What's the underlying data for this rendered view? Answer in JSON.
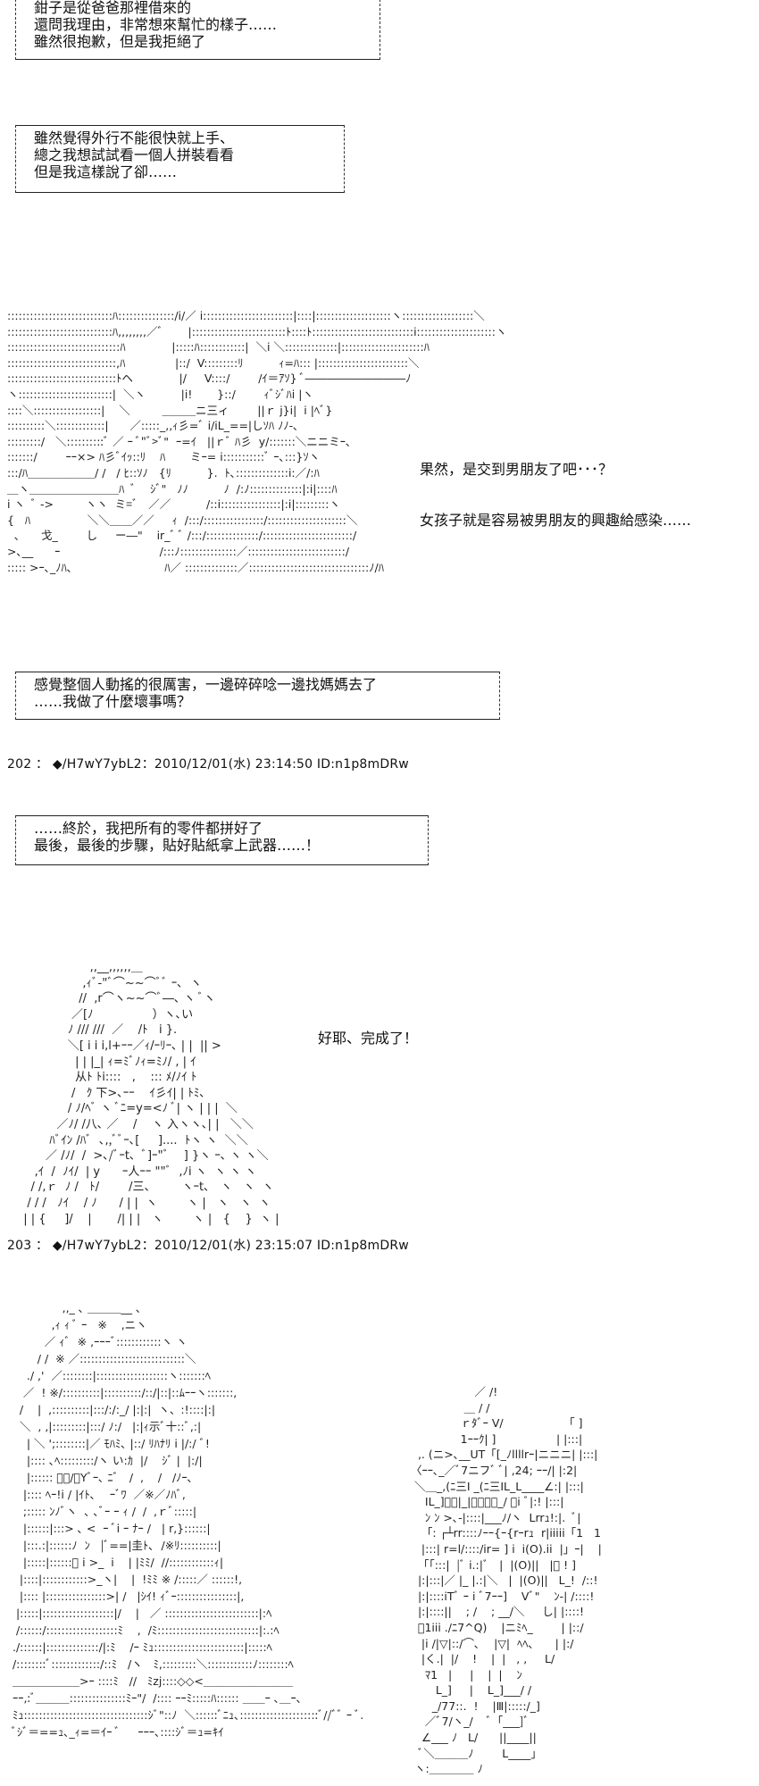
{
  "boxes": [
    {
      "lines": [
        "鉗子是從爸爸那裡借來的",
        "還問我理由，非常想來幫忙的樣子……",
        "雖然很抱歉，但是我拒絕了"
      ]
    },
    {
      "lines": [
        "雖然覺得外行不能很快就上手、",
        "總之我想試試看一個人拼裝看看",
        "但是我這樣說了卻……"
      ]
    },
    {
      "lines": [
        "感覺整個人動搖的很厲害，一邊碎碎唸一邊找媽媽去了",
        "……我做了什麼壞事嗎？"
      ]
    },
    {
      "lines": [
        "……終於，我把所有的零件都拼好了",
        "最後，最後的步驟，貼好貼紙拿上武器……！"
      ]
    }
  ],
  "speech": {
    "scene1": [
      "果然，是交到男朋友了吧･･･？",
      "女孩子就是容易被男朋友的興趣給感染……"
    ],
    "scene2": [
      "好耶、完成了！"
    ]
  },
  "posts": [
    {
      "header": "202 ： ◆/H7wY7ybL2：2010/12/01(水) 23:14:50 ID:n1p8mDRw"
    },
    {
      "header": "203 ： ◆/H7wY7ybL2：2010/12/01(水) 23:15:07 ID:n1p8mDRw"
    }
  ],
  "aa": {
    "scene1": "::::::::::::::::::::::::::::ﾊ:::::::::::::::/i/／ i::::::::::::::::::::::::|::::|::::::::::::::::::::ヽ:::::::::::::::::::＼\n::::::::::::::::::::::::::::ﾊ,,,,,,,,／ﾞ       |:::::::::::::::::::::::::ﾄ::::ﾄ:::::::::::::::::::::::::::i:::::::::::::::::::::ヽ\n::::::::::::::::::::::::::::::ﾊ             |:::::ﾊ::::::::::::|  ＼i ＼::::::::::::::|::::::::::::::::::::::ﾊ\n:::::::::::::::::::::::::::::,ﾊ              |::/  V:::::::::ﾘ          ｨ=ﾊ::: |::::::::::::::::::::::::＼\n:::::::::::::::::::::::::::::ﾄヘ             |/     V::::/        /ｲ＝ｱｿ} ﾞ―――――――――ﾉ\nヽ:::::::::::::::::::::::::|  ＼ヽ          |i!       }::/        ｨﾞｼﾞﾊi |ヽ\n::::＼::::::::::::::::::|    ＼         ＿＿＿ニ三ィ        ||ｒ j}i|  i |ﾍﾞ}\n::::::::::＼:::::::::::::|      ／:::::_,,ｨ彡=ﾞ i/iL_==|しｿﾊ ﾉﾉ-､\n:::::::::/   ＼::::::::::ﾞ ／ ｰ ﾞ\"ﾞ>ﾞ\"  ｰ=ｲ   ||ｒﾞ ﾊ彡  y/:::::::＼ニニミｰ､\n:::::::/        ｰｰ×> ﾊ彡ﾞｲｯ::ﾘ    ﾊ       ミｰ= i:::::::::::ﾞ ｰ､:::}ｿヽ\n:::/ﾊ＿＿＿＿＿＿/ /   / ﾋ::ｿﾉ   {ﾘ          }.  ﾄ､::::::::::::::i:／/:ﾊ\n＿ヽ＿＿＿＿＿＿＿＿ﾊ  ﾞ    ｼﾞ\"   ﾉﾉ          ﾉ  /:ﾉ::::::::::::::|:i|::::ﾊ\ni ヽ  ﾞ ->         ヽヽ  ミ=ﾞ   ／／          /::i::::::::::::::::|:i|:::::::::ヽ\n{   ﾊ                ＼＼＿＿／／     ｨ  /:::/::::::::::::::::/:::::::::::::::::::::＼\n  ､      戈_        し     ー―\"    ir_ﾞ ﾞ /:::/::::::::::::::/::::::::::::::::::::::::/\n>､__      ｰ                            /:::ﾉ:::::::::::::::／::::::::::::::::::::::::::/\n::::: >ｰ､_ﾉﾊ､                          ﾊ／ ::::::::::::::／::::::::::::::::::::::::::::::::ﾉ/ﾊ",
    "scene2": "                    ,,__,,,,,,＿\n                  ,ｨﾞ-\"ﾞ⌒~~⌒ﾞﾞ ｰ､  ヽ\n                 //  ,r⌒ヽ~~⌒ﾞ―､ ヽ ﾞヽ\n               ／[ﾉ                ）ヽ､い\n              ﾉ /// ///  ／    /ﾄ   i }.\n              ＼[ i i i,l+ｰｰ／ｨ/ｰﾘｰ､ | |  || >\n                | | |_| ｨ=ﾐﾞﾉｨ=ﾐﾉ/ , | ｲ\n                从ﾄ ﾄi::::   ,    ::: ﾒ/ﾉｲ ﾄ\n               /   ｸ 下>､ｰｰ    ｲ彡ｲ| | ﾄﾐ､\n              / ﾉ/ﾍﾞ ヽ ﾞﾆ=y=<ﾉ ﾞ| ヽ | | |  ＼\n           ／ﾉ/ /八､ ／    /    ヽ 入ヽヽ､| |   ＼＼\n         ﾊﾞｲﾝ /ﾊﾞ  ､,,ﾞﾞｰ､[     ]....  ﾄヽ ヽ  ＼＼\n        ／ /ﾉ/  /  >､/ﾞｰt､  ﾞ]ｰ\"ﾞ    ] }ヽ ｰ､ ヽ ヽ＼\n     ,ｲ  /  ﾉｲ/  | y      ｰ人ｰｰ \"\"ﾞ  ,ﾉi ヽ  ヽ ヽ ヽ\n    / /,ｒ  ﾉ /   ﾄ/        /三、       ヽｰt､   ヽ   ヽ  ヽ\n   / / /   ﾉｲ    / ﾉ      / | |  ヽ        ヽ |   ヽ   ヽ  ヽ\n  | | {     ]/    |       /| | |   ヽ        ヽ |   {    }  ヽ |",
    "girl": "               ,,_ ､ ＿＿＿__ ､\n            ,ｨ ｨ ﾞ ｰ   ※    ,ニヽ\n          ／ ｨﾞ  ※ ,ｰｰｰﾞ::::::::::::ヽ ヽ\n        / /  ※ ／::::::::::::::::::::::::::::＼\n     ./ ,'  ／::::::::|:::::::::::::::::::ヽ:::::::ﾍ\n    ／  ! ※/::::::::::|::::::::::/::/|::|::ﾑｰｰヽ:::::::,\n   /    |  ,::::::::::|:::/:/:_/ |:|:|  ヽ、:!::::|:|\n   ＼  , ,|:::::::::|:::/ ﾉ:/   |:|ｨ示ﾞ十::ﾞ,:|\n     | ＼ ';::::::::|／ ﾓﾊﾐ､ |::/ ﾘﾊﾅﾘ i |/:/ ﾞ!\n     |:::: ､ﾍ:::::::::/ヽ い:ｶ  |/    ｼﾞ |  |:/|\n     |:::::: ﾞｰ/ﾞYﾞｰ､ ﾆﾞ   /  ,    /   /ﾉｰ､\n    |:::: ﾍｰ!i / |ｲﾄ､    ｰﾞﾜ  ／※／ﾉﾊﾞ,\n    ;::::: ﾝﾉﾞヽ  ､ ､ﾞｰ ｰ ｨ /  /  ,ｒﾞ:::::|\n    |::::::|:::> ､ <  ｰ ﾞi ｰ ﾅｰ /   | r,}::::::|\n    |:::.:|::::::ﾉ  ﾝ   |ﾞ==|圭ﾄ､  /※ﾘ::::::::::|\n    |:::::|::::::ﾞ i >_  i    | |ﾐﾐ/  //::::::::::::ｨ|\n   |::::|::::::::::::>_ヽ|    |  !ﾐﾐ ※ /:::::／ ::::::!,\n   |:::: |::::::::::::::::>| /   |ｼｲ! ｨﾞｰ::::::::::::::::|,\n  |:::::|:::::::::::::::::::|/    |   ／ :::::::::::::::::::::::::|:ﾍ\n  /::::::/:::::::::::::::::::ﾐ    ,  /ﾐ:::::::::::::::::::::::::::|:.:ﾍ\n ./::::::|::::::::::::::/|:ﾐ    /ｰ ﾐｭ::::::::::::::::::::::::|:::::ﾍ\n /::::::::ﾞ:::::::::::::/::ﾐ   /ヽ   ﾐ,:::::::::＼::::::::::::ﾉ::::::::ﾍ\n ＿＿＿＿＿＿>ｰ ::::ﾐ   //   ﾐzj::::◇◇<＿＿＿＿＿＿＿＿\n ｰｰ,:ﾞ＿＿＿:::::::::::::::ﾐｰ\"/  /:::: ｰｰﾐ:::::ﾊ:::::: ＿＿ｰ ､＿ｰ､\n ﾐｭ:::::::::::::::::::::::::::::::::ｼﾞ\"::ﾉ  ＼::::::ﾞﾆｭ､:::::::::::::::::::::ﾞ//ﾞﾞ ｰ ﾞ.\n ﾞｼﾞ＝==ｭ､_ｨ=＝ｲｰ ﾞ     ｰｰｰ､::::ｼﾞ＝ｭ=ｷｲ",
    "robot": "                  ／ /!\n               ＿ / /\n              ｒﾀﾞｰ V/                 「 ]\n              1ｰｰｸ| ]                 | |:::|\n  ,. (ニ>､__UT「[_ﾉllllrｰ|ニニニ| |:::|\n〈ｰｰ､_／ﾞ7ニフﾞ ﾞ| ,24; ｰｰ/| |:2|\n ＼＿_,(ﾆ三I _(ﾆ三IL_L____∠:| |:::|\n    IL_]ﾞｰ|_|ｰｰｰ､_/ ⌒i ﾞ|:! |:::|\n    ﾝ ﾝ >､-|::::|___ﾉ/ヽ  Lrrｭ!:|.  ﾞ|\n   「: ┌┴rr::::ﾉｰｰ{ｰ{rｰrｭ  r|iiiii「1   1\n   |:::| r=l/::::/ir= ] i  i(O).ii  |」ｰ|    |\n  「「:::|  |ﾞ i.:|ﾞ   |  |(O)||   |ﾞ ! ]\n  |:|:::|／ |_ |.:|＼   |  |(O)||   L_!  /::!\n  |:|::::iTﾞ ｰ i ﾞ7ｰｰ]    Vﾞ\"    ﾝ-| /::::!\n  |:|::::||    ; /    ; __/＼     し| |::::!\n  ﾞ1iii ./ﾆ7^Q)    |ニﾐﾍ_        | |::/\n   |i /|▽|::/⌒､    |▽|  ﾍﾍ､      | |:/\n   |く.|  |/    !    |  |   , ,     L/\n    ﾏ1   |     |    |  |    ﾝ\n       L_]     |    L_]___/ /\n      _/77::.  !    |Ⅲ|:::::/_]\n    ／ﾞ7/ヽ_/    ﾞ「___]ﾞ\n   ∠___ ﾉ   L/      ||____||\n  ﾞ＼＿＿＿ﾉ        L____」\n ヽ:＿＿＿＿ ﾉ"
  }
}
